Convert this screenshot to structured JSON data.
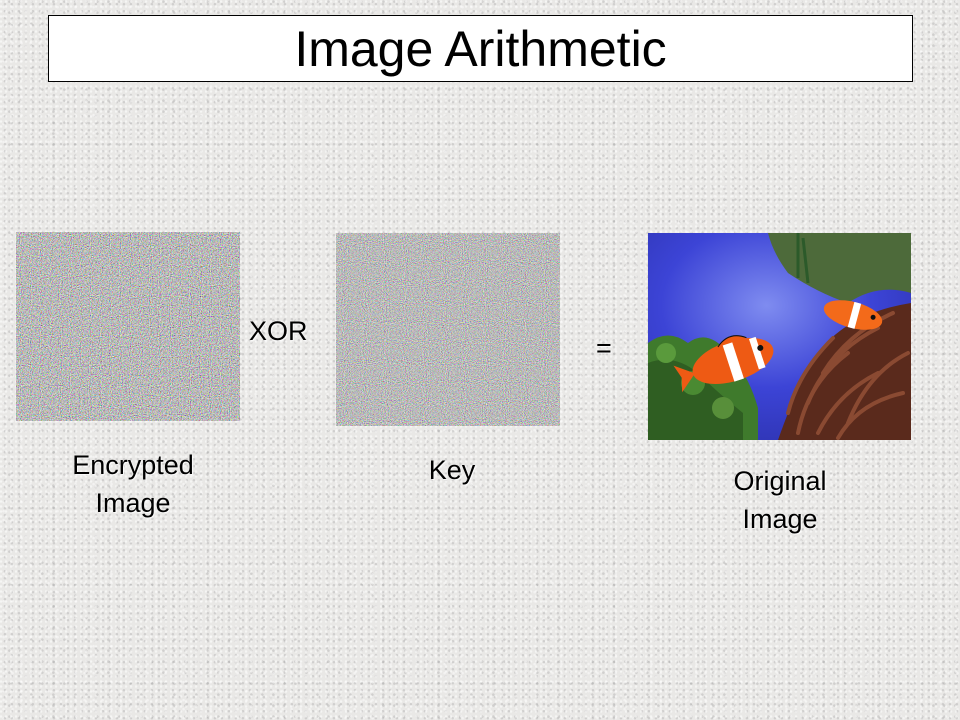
{
  "slide": {
    "title": "Image Arithmetic",
    "operator_xor": "XOR",
    "operator_equals": "=",
    "panels": [
      {
        "label_line1": "Encrypted",
        "label_line2": "Image",
        "icon": "noise-image"
      },
      {
        "label": "Key",
        "icon": "noise-image"
      },
      {
        "label_line1": "Original",
        "label_line2": "Image",
        "icon": "clownfish-photo"
      }
    ]
  }
}
